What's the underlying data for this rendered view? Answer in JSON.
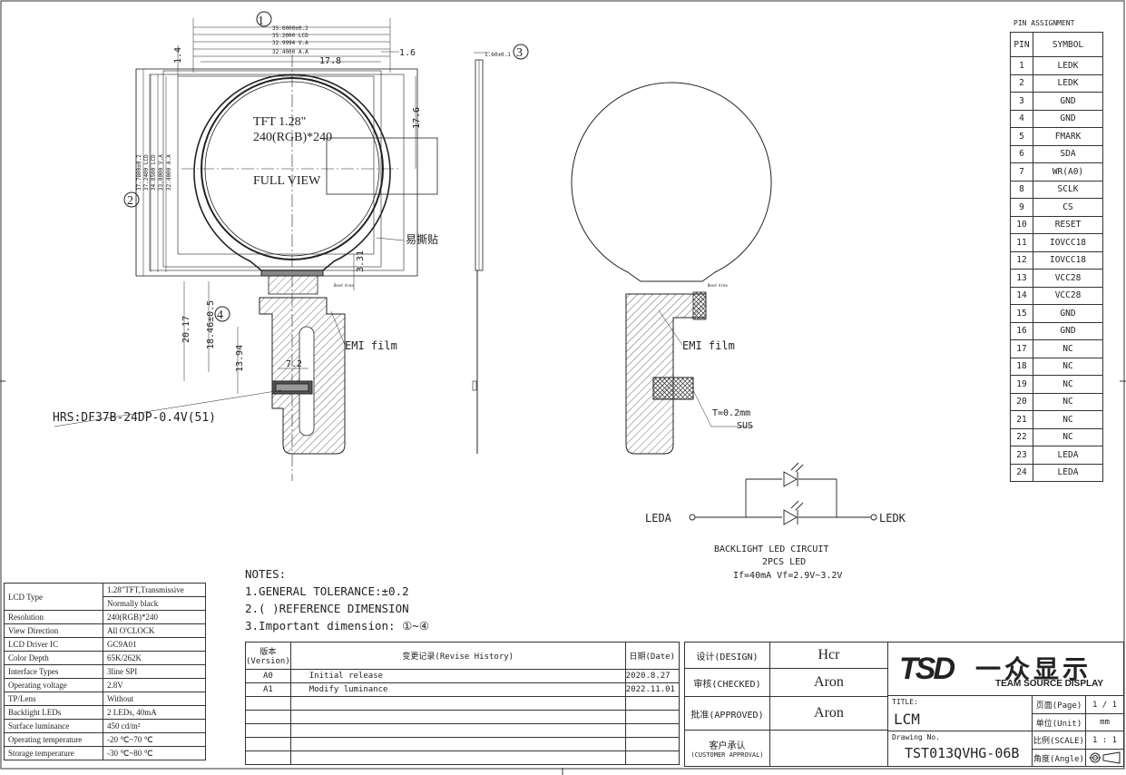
{
  "callouts": {
    "c1": "1",
    "c2": "2",
    "c3": "3",
    "c4": "4"
  },
  "dims": {
    "w_outer": "35.6000±0.2",
    "w_lcd": "35.2000 LCD",
    "w_va": "32.9994 V.A",
    "w_aa": "32.4000 A.A",
    "half_w": "17.8",
    "side": "1.6",
    "top": "1.4",
    "half_h": "17.6",
    "h_outer": "37.7800±0.2",
    "h_lcd": "37.2400 LCD",
    "h_lcd2": "34.8500 LCD",
    "h_va": "33.0000 V.A",
    "h_aa": "32.4000 A.A",
    "tail": "3.31",
    "fpc1": "20.17",
    "fpc2": "18.46±0.5",
    "fpc3": "13.94",
    "conn": "7.2",
    "thick": "1.60±0.1",
    "small1": "Bend Area",
    "small2": "Bend Area"
  },
  "labels": {
    "tft": "TFT 1.28\"",
    "res": "240(RGB)*240",
    "full": "FULL VIEW",
    "peel": "易撕贴",
    "emi1": "EMI film",
    "emi2": "EMI film",
    "hrs": "HRS:DF37B-24DP-0.4V(51)",
    "t": "T=0.2mm",
    "sus": "SUS",
    "leda": "LEDA",
    "ledk": "LEDK",
    "bl1": "BACKLIGHT LED CIRCUIT",
    "bl2": "2PCS LED",
    "bl3": "If=40mA  Vf=2.9V~3.2V"
  },
  "pins": {
    "title": "PIN ASSIGNMENT",
    "h_pin": "PIN",
    "h_sym": "SYMBOL",
    "rows": [
      {
        "n": "1",
        "s": "LEDK"
      },
      {
        "n": "2",
        "s": "LEDK"
      },
      {
        "n": "3",
        "s": "GND"
      },
      {
        "n": "4",
        "s": "GND"
      },
      {
        "n": "5",
        "s": "FMARK"
      },
      {
        "n": "6",
        "s": "SDA"
      },
      {
        "n": "7",
        "s": "WR(A0)"
      },
      {
        "n": "8",
        "s": "SCLK"
      },
      {
        "n": "9",
        "s": "CS"
      },
      {
        "n": "10",
        "s": "RESET"
      },
      {
        "n": "11",
        "s": "IOVCC18"
      },
      {
        "n": "12",
        "s": "IOVCC18"
      },
      {
        "n": "13",
        "s": "VCC28"
      },
      {
        "n": "14",
        "s": "VCC28"
      },
      {
        "n": "15",
        "s": "GND"
      },
      {
        "n": "16",
        "s": "GND"
      },
      {
        "n": "17",
        "s": "NC"
      },
      {
        "n": "18",
        "s": "NC"
      },
      {
        "n": "19",
        "s": "NC"
      },
      {
        "n": "20",
        "s": "NC"
      },
      {
        "n": "21",
        "s": "NC"
      },
      {
        "n": "22",
        "s": "NC"
      },
      {
        "n": "23",
        "s": "LEDA"
      },
      {
        "n": "24",
        "s": "LEDA"
      }
    ]
  },
  "spec": {
    "lcd_type_k": "LCD Type",
    "lcd_type_v1": "1.28\"TFT,Transmissive",
    "lcd_type_v2": "Normally black",
    "rows": [
      {
        "k": "Resolution",
        "v": "240(RGB)*240"
      },
      {
        "k": "View Direction",
        "v": "All O'CLOCK"
      },
      {
        "k": "LCD Driver IC",
        "v": "GC9A01"
      },
      {
        "k": "Color Depth",
        "v": "65K/262K"
      },
      {
        "k": "Interface Types",
        "v": "3line SPI"
      },
      {
        "k": "Operating voltage",
        "v": "2.8V"
      },
      {
        "k": "TP/Lens",
        "v": "Without"
      },
      {
        "k": "Backlight LEDs",
        "v": "2 LEDs, 40mA"
      },
      {
        "k": "Surface luminance",
        "v": "450 cd/m²"
      },
      {
        "k": "Operating temperature",
        "v": "-20 ℃~70 ℃"
      },
      {
        "k": "Storage temperature",
        "v": "-30 ℃~80 ℃"
      }
    ]
  },
  "notes": {
    "title": "NOTES:",
    "n1": "1.GENERAL TOLERANCE:±0.2",
    "n2": "2.( )REFERENCE DIMENSION",
    "n3": "3.Important dimension: ①~④"
  },
  "rev": {
    "h_ver": "版本 (Version)",
    "h_hist": "变更记录(Revise History)",
    "h_date": "日期(Date)",
    "rows": [
      {
        "v": "A0",
        "d": "Initial release",
        "t": "2020.8.27"
      },
      {
        "v": "A1",
        "d": "Modify luminance",
        "t": "2022.11.01"
      }
    ]
  },
  "title_block": {
    "design_k": "设计(DESIGN)",
    "design_v": "Hcr",
    "checked_k": "审核(CHECKED)",
    "checked_v": "Aron",
    "approved_k": "批准(APPROVED)",
    "approved_v": "Aron",
    "cust_k1": "客户承认",
    "cust_k2": "(CUSTOMER APPROVAL)",
    "logo_mark": "TSD",
    "logo_cn": "一众显示",
    "logo_en": "TEAM SOURCE DISPLAY",
    "title_k": "TITLE:",
    "title_v": "LCM",
    "dwg_k": "Drawing No.",
    "dwg_v": "TST013QVHG-06B",
    "page_k": "页面(Page)",
    "page_v": "1 / 1",
    "unit_k": "单位(Unit)",
    "unit_v": "mm",
    "scale_k": "比例(SCALE)",
    "scale_v": "1 : 1",
    "angle_k": "角度(Angle)"
  }
}
